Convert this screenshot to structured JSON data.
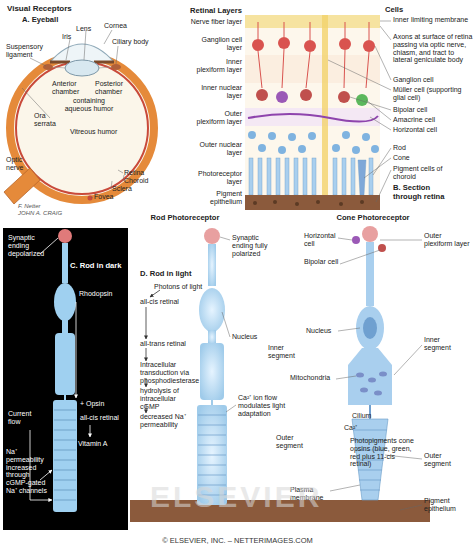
{
  "diagram": {
    "title": "Visual Receptors",
    "caption": "© ELSEVIER, INC. – NETTERIMAGES.COM",
    "labels": [
      "A. Eyeball",
      "Lens",
      "Iris",
      "Cornea",
      "Suspensory ligament",
      "Ciliary body",
      "Anterior chamber",
      "Posterior chamber",
      "containing aqueous humor",
      "Ora serrata",
      "Vitreous humor",
      "Optic nerve",
      "Retina",
      "Choroid",
      "Sclera",
      "Fovea",
      "Retinal Layers",
      "Nerve fiber layer",
      "Ganglion cell layer",
      "Inner plexiform layer",
      "Inner nuclear layer",
      "Outer plexiform layer",
      "Outer nuclear layer",
      "Photoreceptor layer",
      "Pigment epithelium",
      "Cells",
      "Inner limiting membrane",
      "Axons at surface of retina passing via optic nerve, chiasm, and tract to lateral geniculate body",
      "Ganglion cell",
      "Müller cell (supporting glial cell)",
      "Bipolar cell",
      "Amacrine cell",
      "Horizontal cell",
      "Rod",
      "Cone",
      "Pigment cells of choroid",
      "B. Section through retina",
      "Rod Photoreceptor",
      "Cone Photoreceptor",
      "Synaptic ending depolarized",
      "C. Rod in dark",
      "Rhodopsin",
      "+ Opsin",
      "all-cis retinal",
      "Vitamin A",
      "Current flow",
      "Na⁺ permeability increased through cGMP-gated Na⁺ channels",
      "D. Rod in light",
      "Photons of light",
      "all-cis retinal",
      "all-trans retinal",
      "Intracellular transduction via phosphodiesterase",
      "hydrolysis of intracellular cGMP",
      "decreased Na⁺ permeability",
      "Synaptic ending fully polarized",
      "Nucleus",
      "Inner segment",
      "Ca²⁺ ion flow modulates light adaptation",
      "Outer segment",
      "Horizontal cell",
      "Bipolar cell",
      "Outer plexiform layer",
      "Nucleus",
      "Inner segment",
      "Mitochondria",
      "Cilium",
      "Ca²⁺",
      "Photopigments cone opsins (blue, green, red plus 11-cis retinal)",
      "Outer segment",
      "Plasma membrane",
      "Pigment epithelium",
      "F. Netter",
      "JOHN A. CRAIG",
      "ELSEVIER"
    ]
  }
}
